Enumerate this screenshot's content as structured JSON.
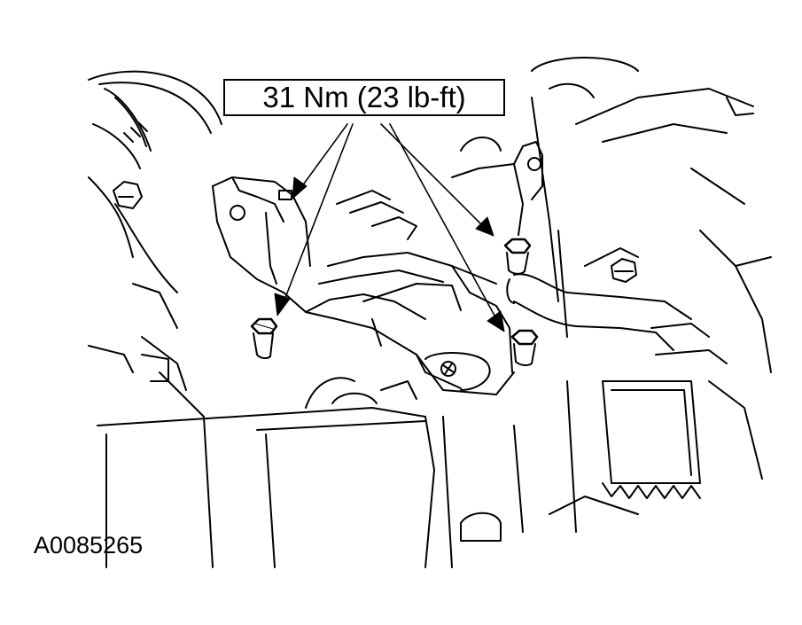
{
  "callout": {
    "torque": "31 Nm (23 lb-ft)"
  },
  "figure": {
    "id": "A0085265"
  },
  "colors": {
    "line": "#000000",
    "background": "#ffffff"
  },
  "fasteners": [
    {
      "name": "bolt-upper-left"
    },
    {
      "name": "bolt-lower-left"
    },
    {
      "name": "bolt-upper-right"
    },
    {
      "name": "bolt-lower-right"
    }
  ]
}
